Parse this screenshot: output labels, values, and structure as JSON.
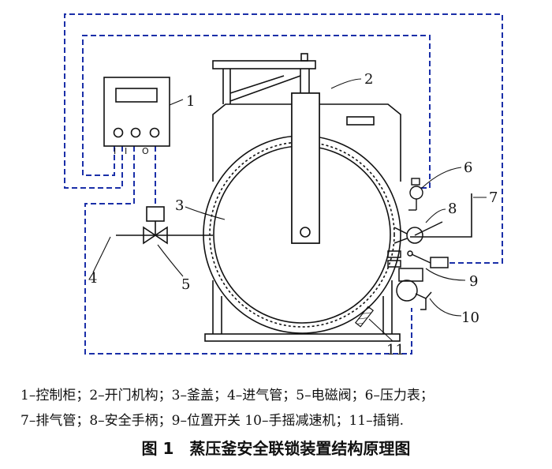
{
  "diagram": {
    "callouts": [
      "1",
      "2",
      "3",
      "4",
      "5",
      "6",
      "7",
      "8",
      "9",
      "10",
      "11"
    ],
    "io_labels": [
      "I",
      "I",
      "O"
    ]
  },
  "legend": {
    "line1": "1–控制柜；2–开门机构；3–釜盖；4–进气管；5–电磁阀；6–压力表；",
    "line2": "7–排气管；8–安全手柄；9–位置开关 10–手摇减速机；11–插销."
  },
  "caption": "图 1　蒸压釜安全联锁装置结构原理图",
  "colors": {
    "wiring": "#1a2fa8",
    "line": "#111111"
  }
}
